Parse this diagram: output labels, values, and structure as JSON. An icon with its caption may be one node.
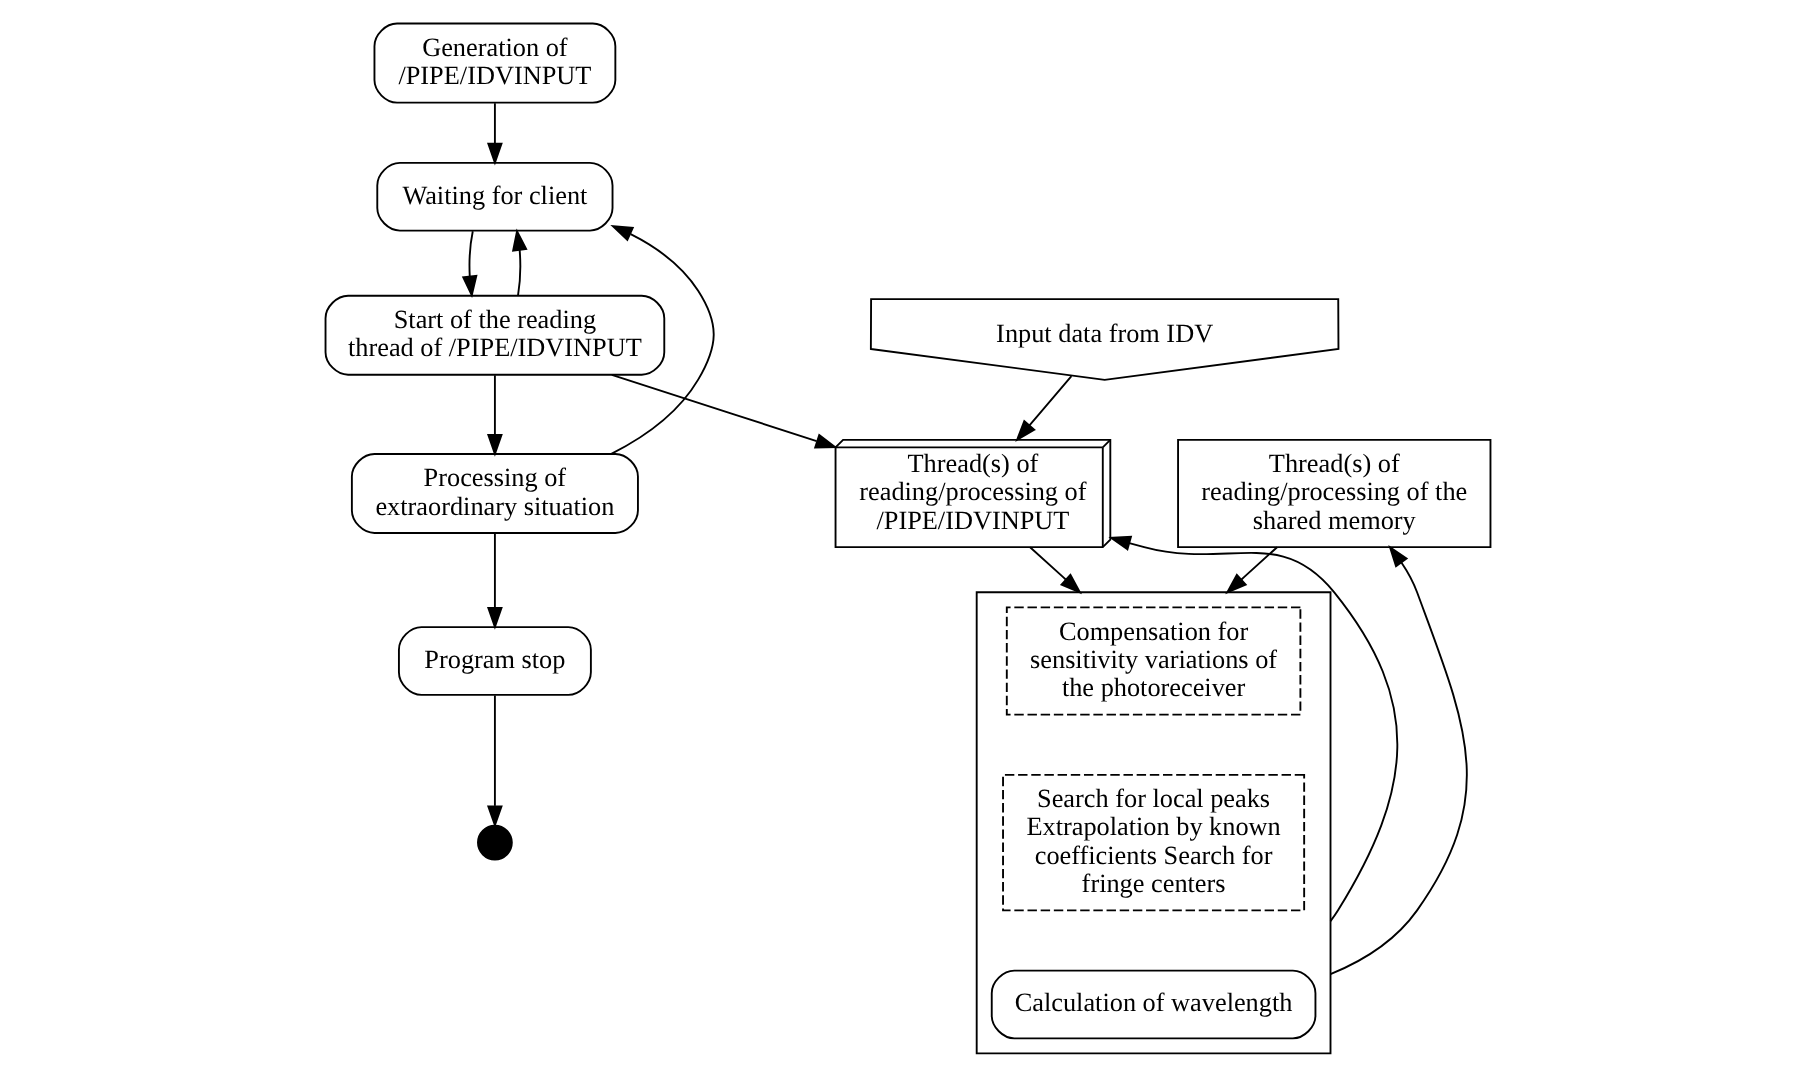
{
  "diagram": {
    "nodes": [
      {
        "text": [
          "Generation of /PIPE/IDVINPUT"
        ]
      },
      {
        "text": [
          "Waiting for client"
        ]
      },
      {
        "text": [
          "Start of the reading thread of /PIPE/IDVINPUT"
        ]
      },
      {
        "text": [
          "Processing of extraordinary situation"
        ]
      },
      {
        "text": [
          "Program stop"
        ]
      },
      {
        "text": [],
        "shape": "circle"
      },
      {
        "text": [
          "Input data from IDV"
        ]
      },
      {
        "text": [
          "Thread(s) of reading/processing of /PIPE/IDVINPUT"
        ]
      },
      {
        "text": [
          "Thread(s) of reading/processing of the shared memory"
        ]
      },
      {
        "text": [],
        "shape": "box"
      },
      {
        "text": [
          "Compensation for sensitivity variations of the photoreceiver"
        ],
        "in": 9
      },
      {
        "text": [
          "Search for local peaks Extrapolation by known coefficients Search for fringe centers"
        ],
        "in": 9
      },
      {
        "text": [
          "Calculation of wavelength"
        ],
        "in": 9
      }
    ],
    "edges": [
      {
        "from": 0,
        "to": 1,
        "arrow": "to"
      },
      {
        "from": 1,
        "to": 2,
        "arrow": "to"
      },
      {
        "from": 2,
        "to": 7,
        "arrow": "to"
      },
      {
        "from": 2,
        "to": 3,
        "arrow": "to"
      },
      {
        "from": 2,
        "to": 1,
        "arrow": "to"
      },
      {
        "from": 3,
        "to": 1,
        "arrow": "to"
      },
      {
        "from": 3,
        "to": 4,
        "arrow": "to"
      },
      {
        "from": 4,
        "to": 5,
        "arrow": "to"
      },
      {
        "from": 6,
        "to": 7,
        "arrow": "to"
      },
      {
        "from": 7,
        "to": 9,
        "arrow": "to"
      },
      {
        "from": 8,
        "to": 9,
        "arrow": "to"
      },
      {
        "from": 9,
        "to": 7,
        "arrow": "to"
      },
      {
        "from": 9,
        "to": 8,
        "arrow": "to"
      }
    ]
  }
}
